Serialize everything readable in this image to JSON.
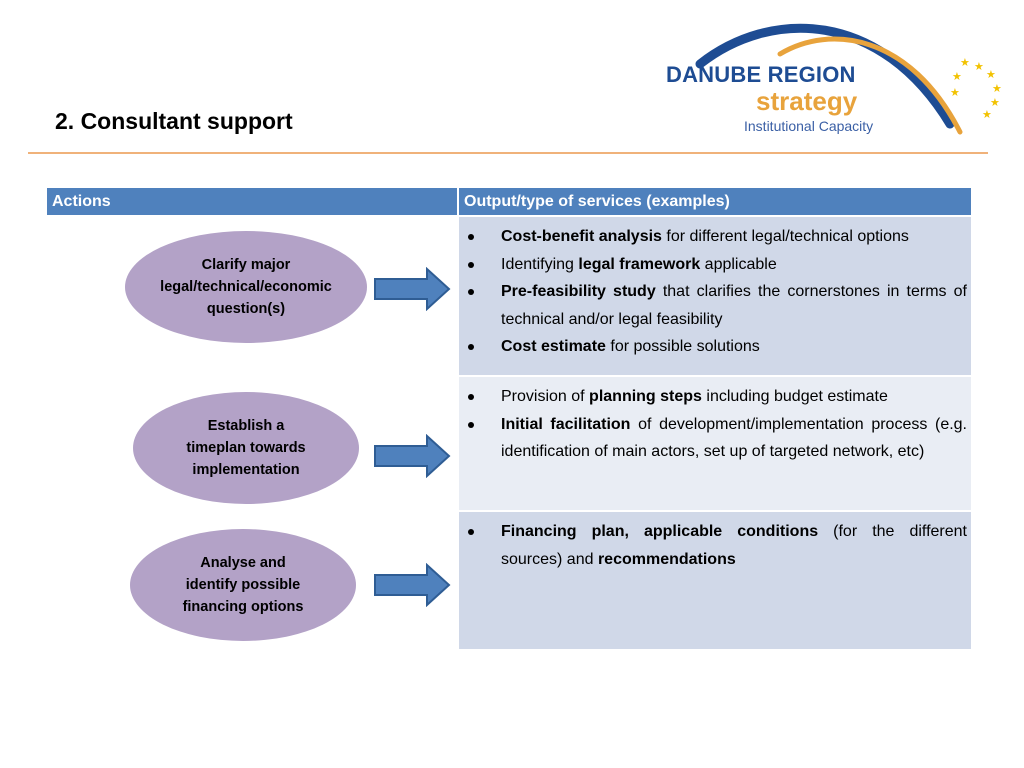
{
  "slide": {
    "title": "2. Consultant support"
  },
  "logo": {
    "line1": "DANUBE REGION",
    "line2": "strategy",
    "line3": "Institutional Capacity"
  },
  "table": {
    "headers": {
      "actions": "Actions",
      "output": "Output/type of services (examples)"
    },
    "rows": [
      {
        "action": "Clarify major legal/technical/economic question(s)",
        "bullets": [
          [
            {
              "t": "Cost-benefit analysis",
              "b": true
            },
            {
              "t": " for different legal/technical options",
              "b": false
            }
          ],
          [
            {
              "t": "Identifying ",
              "b": false
            },
            {
              "t": "legal framework",
              "b": true
            },
            {
              "t": " applicable",
              "b": false
            }
          ],
          [
            {
              "t": "Pre-feasibility study",
              "b": true
            },
            {
              "t": " that clarifies the cornerstones in terms of technical and/or legal feasibility",
              "b": false
            }
          ],
          [
            {
              "t": "Cost estimate",
              "b": true
            },
            {
              "t": " for possible solutions",
              "b": false
            }
          ]
        ]
      },
      {
        "action": "Establish a timeplan towards implementation",
        "bullets": [
          [
            {
              "t": "Provision of ",
              "b": false
            },
            {
              "t": "planning steps",
              "b": true
            },
            {
              "t": " including budget estimate",
              "b": false
            }
          ],
          [
            {
              "t": "Initial facilitation",
              "b": true
            },
            {
              "t": " of development/implementation process (e.g. identification of main actors, set up of targeted network, etc)",
              "b": false
            }
          ]
        ]
      },
      {
        "action": "Analyse and identify possible financing options",
        "bullets": [
          [
            {
              "t": "Financing plan, applicable conditions",
              "b": true
            },
            {
              "t": " (for the different sources) and ",
              "b": false
            },
            {
              "t": "recommendations",
              "b": true
            }
          ]
        ]
      }
    ]
  },
  "colors": {
    "header_blue": "#4f81bd",
    "row_dark": "#d0d8e8",
    "row_light": "#e9edf4",
    "ellipse_purple": "#b3a2c7",
    "arrow_blue": "#4f81bd",
    "rule_orange": "#f0b27a"
  }
}
